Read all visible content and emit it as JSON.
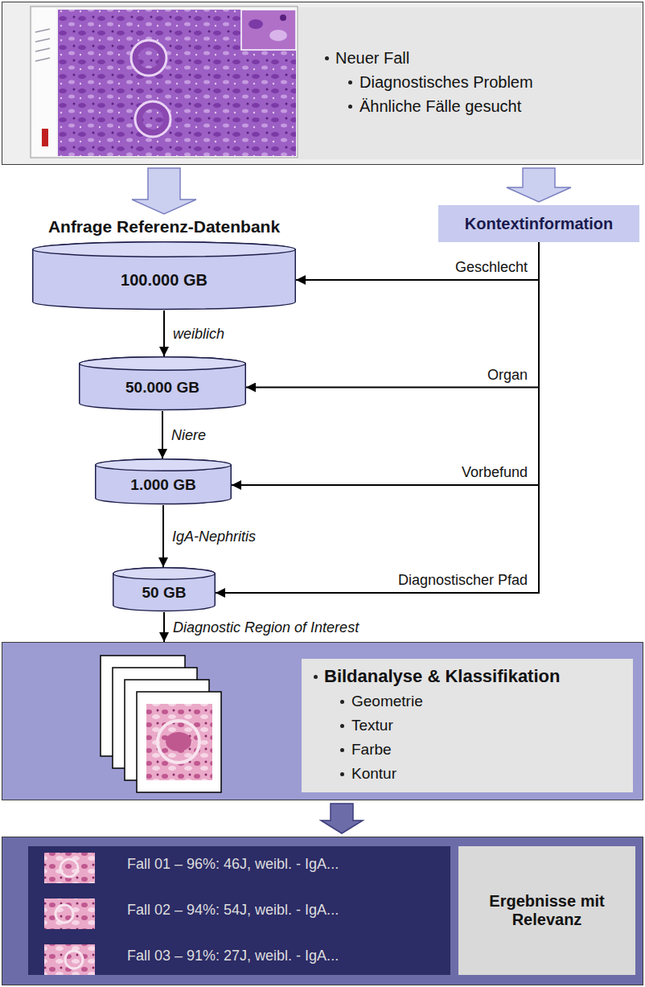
{
  "diagram": {
    "nodes": [
      {
        "text": [
          "Neuer Fall",
          "Diagnostisches Problem",
          "Ähnliche Fälle gesucht"
        ]
      },
      {
        "text": [
          "Kontextinformation"
        ]
      },
      {
        "text": [
          "Anfrage Referenz-Datenbank",
          "100.000 GB"
        ]
      },
      {
        "text": [
          "50.000 GB"
        ]
      },
      {
        "text": [
          "1.000 GB"
        ]
      },
      {
        "text": [
          "50 GB"
        ]
      },
      {
        "text": [
          "Bildanalyse & Klassifikation",
          "Geometrie",
          "Textur",
          "Farbe",
          "Kontur"
        ]
      },
      {
        "text": [
          "Fall 01 – 96%: 46J, weibl. - IgA...",
          "Fall 02 – 94%: 54J, weibl. - IgA...",
          "Fall 03 – 91%: 27J, weibl. - IgA..."
        ]
      },
      {
        "text": [
          "Ergebnisse mit Relevanz"
        ],
        "in": 7
      }
    ],
    "edges": [
      {
        "from": 0,
        "to": 2,
        "arrow": "to"
      },
      {
        "from": 0,
        "to": 1,
        "arrow": "to"
      },
      {
        "from": 2,
        "to": 3,
        "arrow": "to",
        "label": "weiblich"
      },
      {
        "from": 3,
        "to": 4,
        "arrow": "to",
        "label": "Niere"
      },
      {
        "from": 4,
        "to": 5,
        "arrow": "to",
        "label": "IgA-Nephritis"
      },
      {
        "from": 5,
        "to": 6,
        "arrow": "to",
        "label": "Diagnostic Region of Interest"
      },
      {
        "from": 1,
        "to": 2,
        "arrow": "to",
        "label": "Geschlecht"
      },
      {
        "from": 1,
        "to": 3,
        "arrow": "to",
        "label": "Organ"
      },
      {
        "from": 1,
        "to": 4,
        "arrow": "to",
        "label": "Vorbefund"
      },
      {
        "from": 1,
        "to": 5,
        "arrow": "to",
        "label": "Diagnostischer Pfad"
      },
      {
        "from": 6,
        "to": 7,
        "arrow": "to"
      }
    ]
  }
}
